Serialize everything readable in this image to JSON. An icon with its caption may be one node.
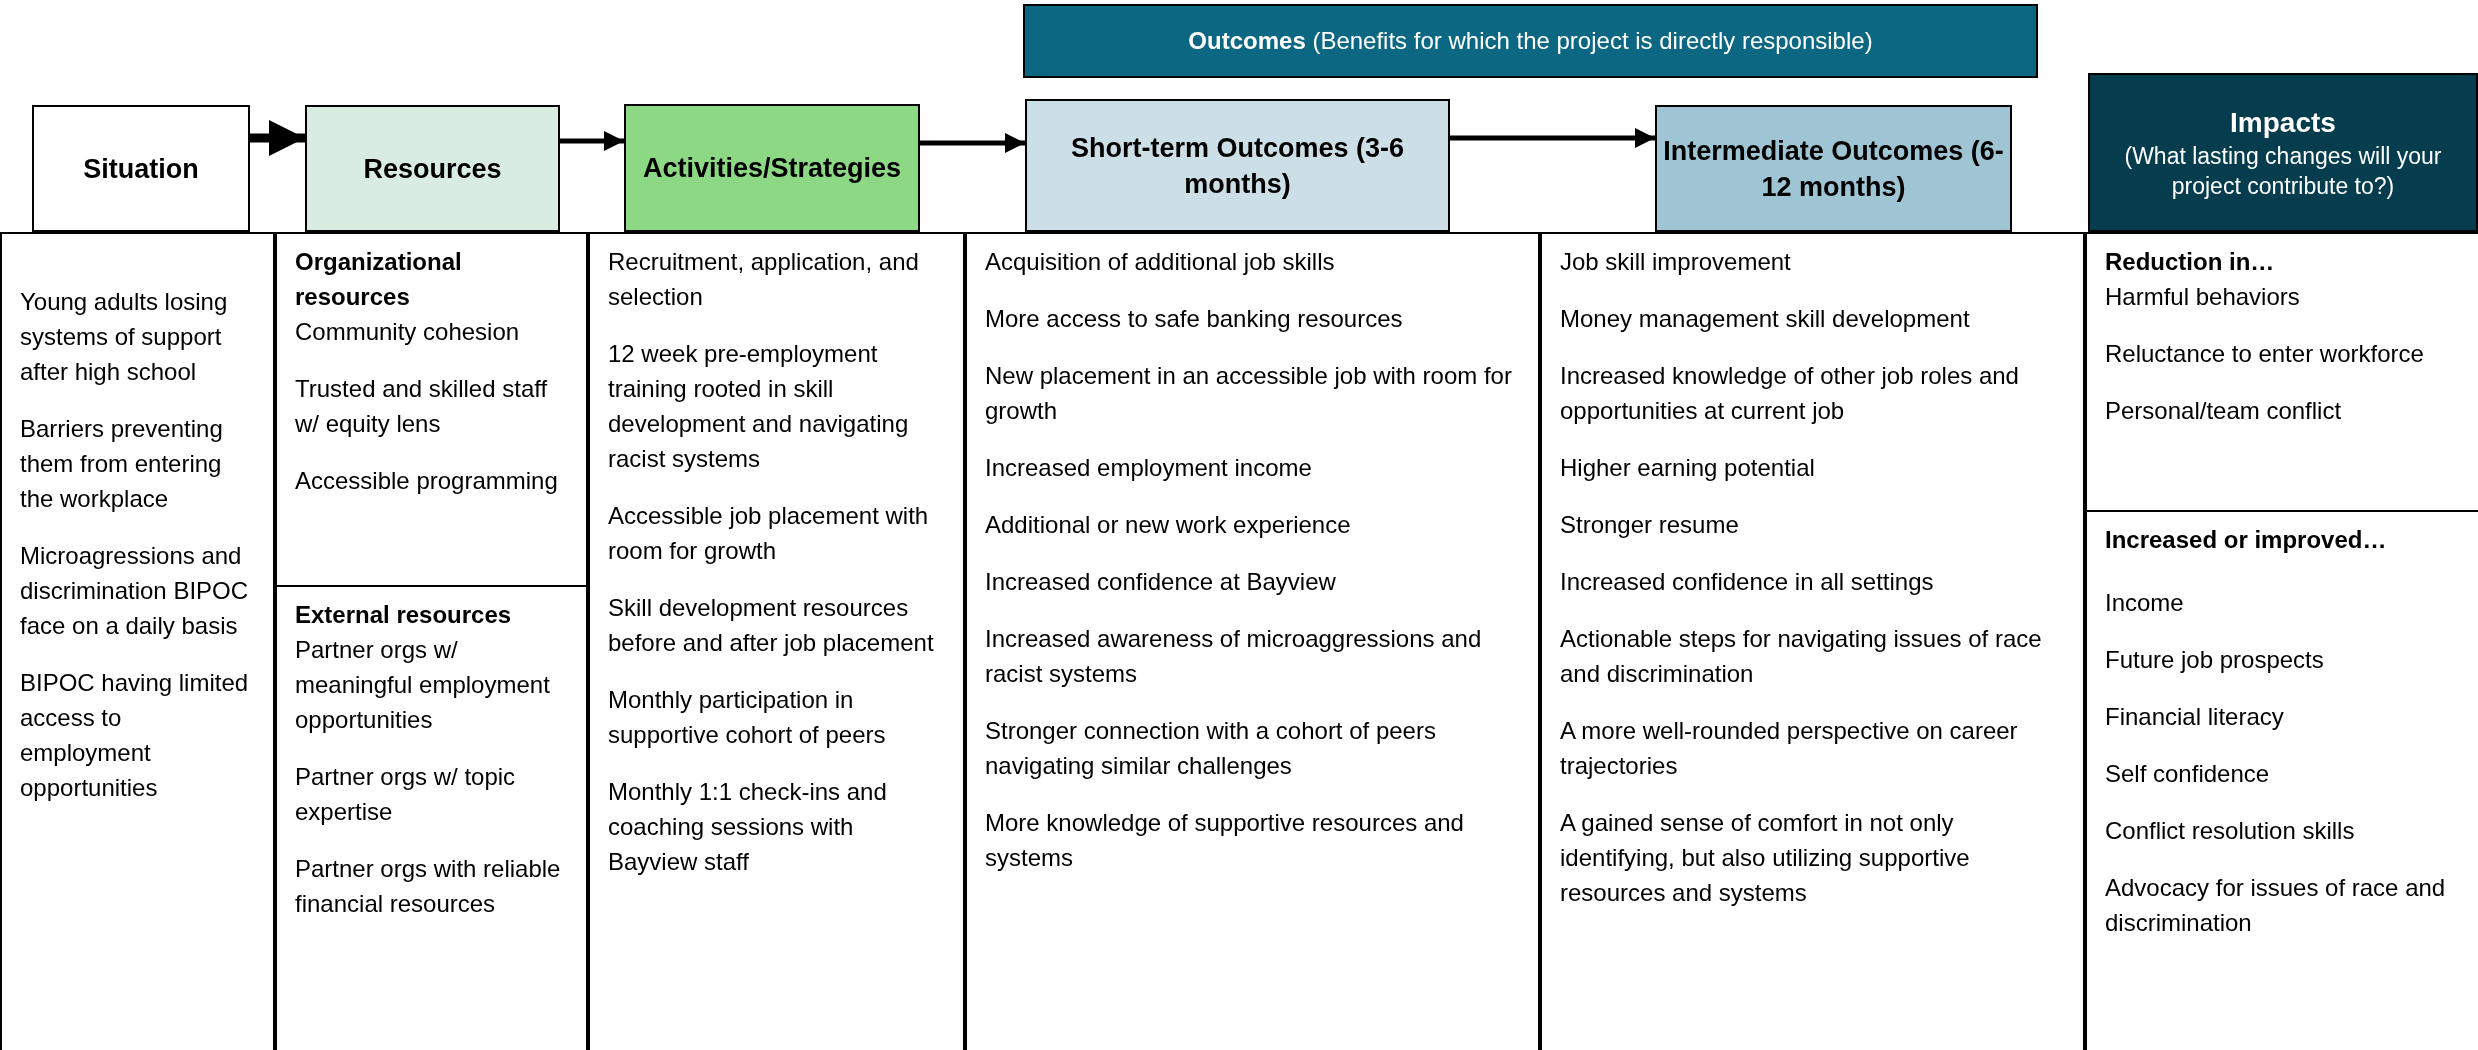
{
  "diagram": {
    "nodes": [
      {
        "text": [
          "Situation"
        ]
      },
      {
        "text": [
          "Resources"
        ]
      },
      {
        "text": [
          "Activities/Strategies"
        ]
      },
      {
        "text": [
          "Short-term Outcomes (3-6 months)"
        ]
      },
      {
        "text": [
          "Intermediate Outcomes (6-12 months)"
        ]
      },
      {
        "text": [
          "Impacts",
          "(What lasting changes will your project contribute to?)"
        ]
      },
      {
        "text": [
          "**Outcomes** (Benefits for which the project is directly responsible)"
        ]
      },
      {
        "text": [
          "Young adults losing systems of support after high school",
          "Barriers preventing them from entering the workplace",
          "Microagressions and discrimination BIPOC face on a daily basis",
          "BIPOC having limited access to employment opportunities"
        ]
      },
      {
        "text": [
          "Organizational resources",
          "Community cohesion",
          "Trusted and skilled staff w/ equity lens",
          "Accessible programming"
        ]
      },
      {
        "text": [
          "External resources",
          "Partner orgs w/ meaningful employment opportunities",
          "Partner orgs w/ topic expertise",
          "Partner orgs with reliable financial resources"
        ]
      },
      {
        "text": [
          "Recruitment, application, and selection",
          "12 week pre-employment training rooted in skill development and navigating racist systems",
          "Accessible job placement with room for growth",
          "Skill development resources before and after job placement",
          "Monthly participation in supportive cohort of peers",
          "Monthly 1:1 check-ins and coaching sessions with Bayview staff"
        ]
      },
      {
        "text": [
          "Acquisition of additional job skills",
          "More access to safe banking resources",
          "New placement in an accessible job with room for growth",
          "Increased employment income",
          "Additional or new work experience",
          "Increased confidence at Bayview",
          "Increased awareness of microaggressions and racist systems",
          "Stronger connection with a cohort of peers navigating similar challenges",
          "More knowledge of supportive resources and systems"
        ]
      },
      {
        "text": [
          "Job skill improvement",
          "Money management skill development",
          "Increased knowledge of other job roles and opportunities at current job",
          "Higher earning potential",
          "Stronger resume",
          "Increased confidence in all settings",
          "Actionable steps for navigating issues of race and discrimination",
          "A more well-rounded perspective on career trajectories",
          "A gained sense of comfort in not only identifying, but also utilizing supportive resources and systems"
        ]
      },
      {
        "text": [
          "Reduction in…",
          "Harmful behaviors",
          "Reluctance to enter workforce",
          "Personal/team conflict"
        ]
      },
      {
        "text": [
          "Increased or improved…",
          "Income",
          "Future job prospects",
          "Financial literacy",
          "Self confidence",
          "Conflict resolution skills",
          "Advocacy for issues of race and discrimination"
        ]
      }
    ],
    "edges": [
      {
        "from": 0,
        "to": 1,
        "arrow": "to",
        "style": "thick"
      },
      {
        "from": 1,
        "to": 2,
        "arrow": "to"
      },
      {
        "from": 2,
        "to": 3,
        "arrow": "to"
      },
      {
        "from": 3,
        "to": 4,
        "arrow": "to"
      }
    ]
  }
}
